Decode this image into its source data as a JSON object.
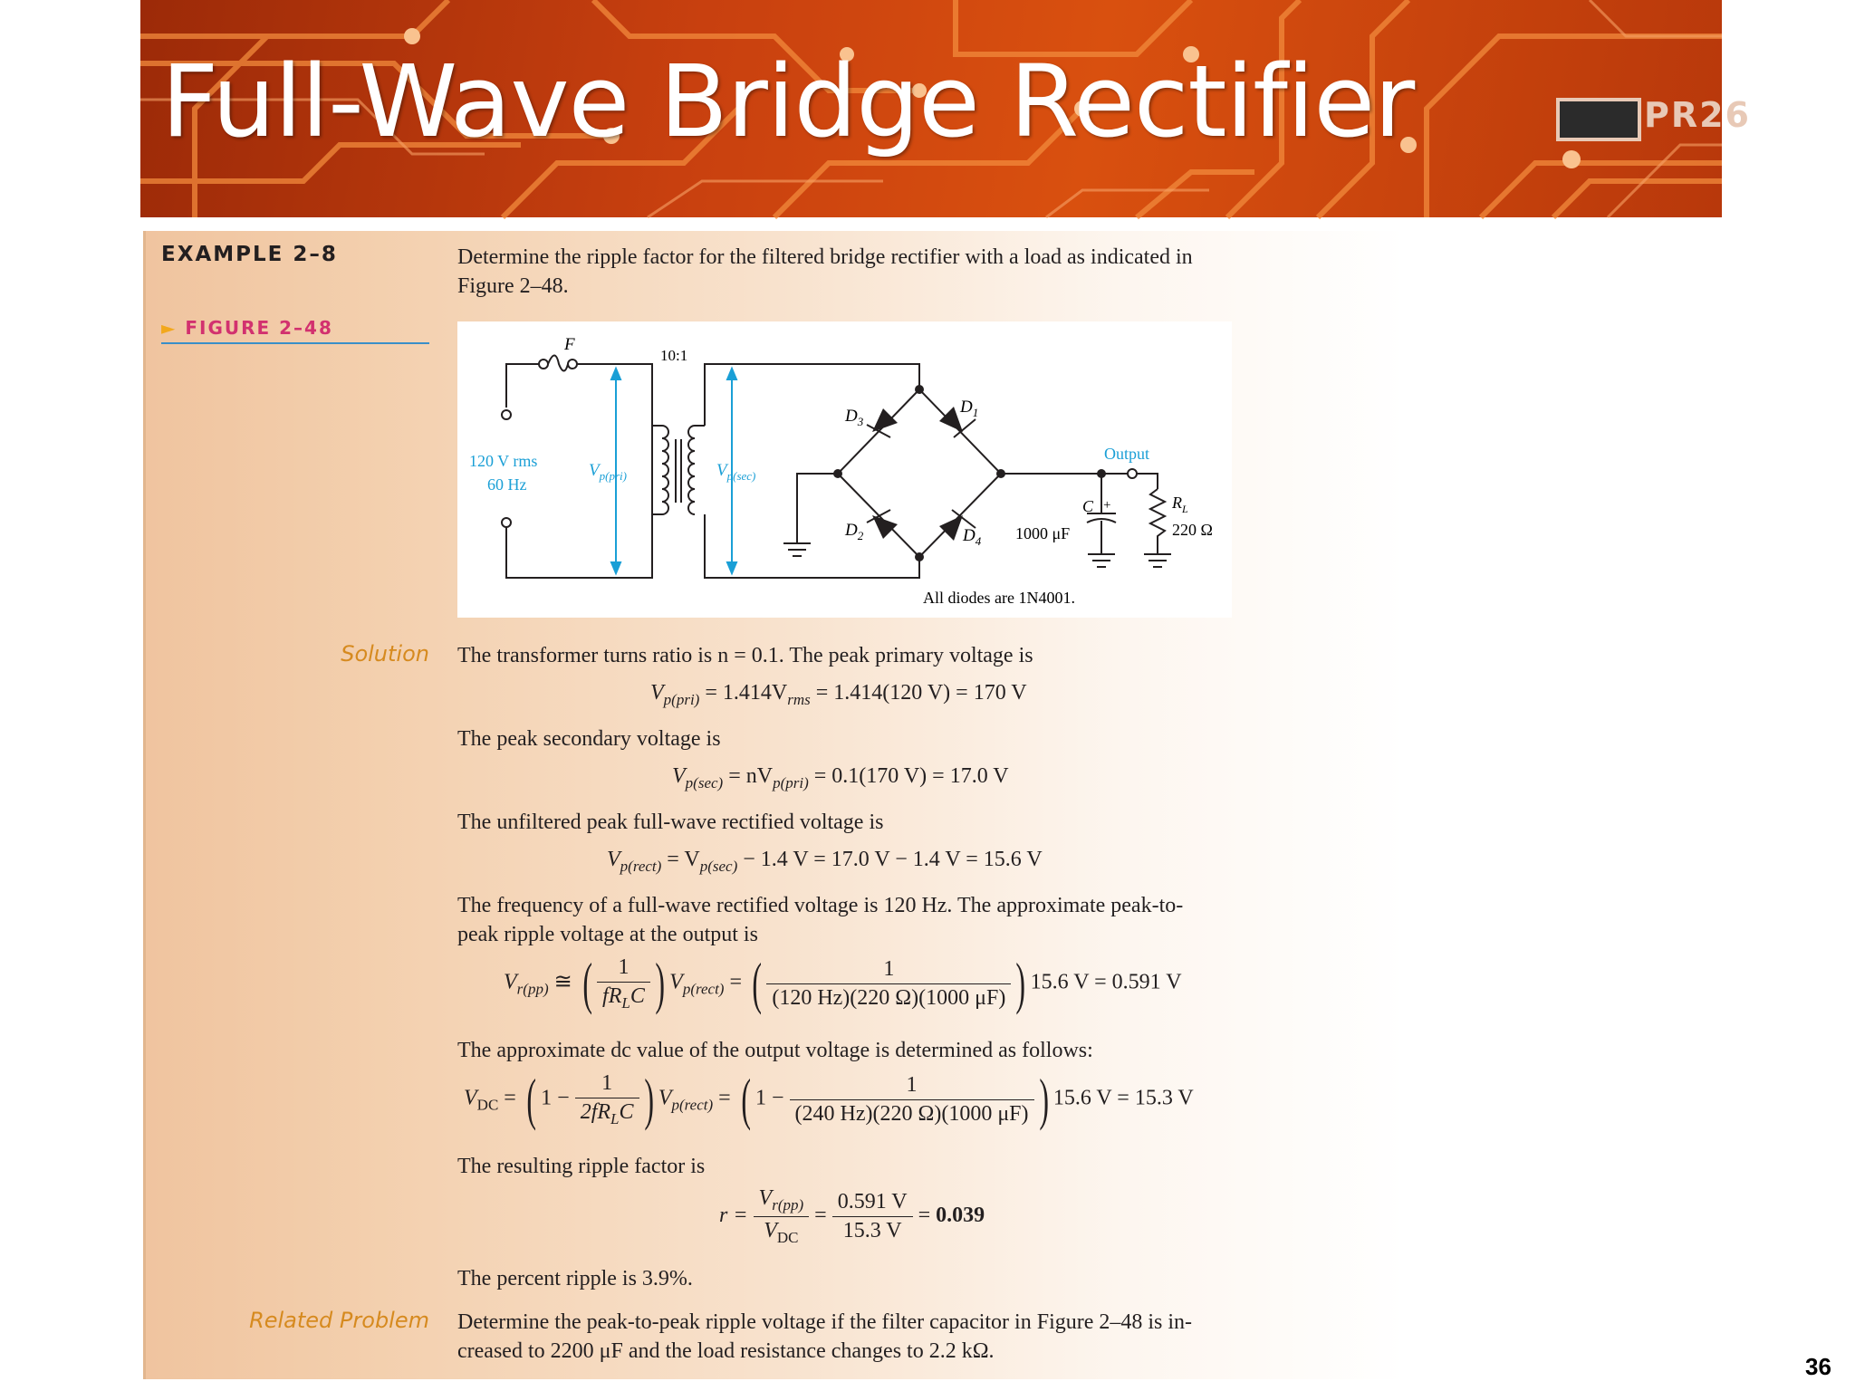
{
  "slide": {
    "title": "Full-Wave Bridge Rectifier",
    "board_label": "PR26",
    "page_number": "36"
  },
  "example": {
    "label": "EXAMPLE 2–8",
    "prompt_line1": "Determine the ripple factor for the filtered bridge rectifier with a load as indicated in",
    "prompt_line2": "Figure 2–48.",
    "figure_label": "FIGURE 2–48",
    "figure_arrow": "►"
  },
  "figure": {
    "fuse": "F",
    "ratio": "10:1",
    "source_voltage": "120 V rms",
    "source_freq": "60 Hz",
    "vp_pri_main": "V",
    "vp_pri_sub": "p(pri)",
    "vp_sec_main": "V",
    "vp_sec_sub": "p(sec)",
    "d1": "D",
    "d1_sub": "1",
    "d2": "D",
    "d2_sub": "2",
    "d3": "D",
    "d3_sub": "3",
    "d4": "D",
    "d4_sub": "4",
    "output": "Output",
    "cap_label": "C",
    "cap_value": "1000 μF",
    "cap_plus": "+",
    "load_label": "R",
    "load_sub": "L",
    "load_value": "220 Ω",
    "note": "All diodes are 1N4001."
  },
  "solution": {
    "heading": "Solution",
    "line1": "The transformer turns ratio is n = 0.1. The peak primary voltage is",
    "eq1": {
      "lhs_main": "V",
      "lhs_sub": "p(pri)",
      "mid1": " = 1.414V",
      "mid1_sub": "rms",
      "rest": " = 1.414(120 V) = 170 V"
    },
    "line2": "The peak secondary voltage is",
    "eq2": {
      "lhs_main": "V",
      "lhs_sub": "p(sec)",
      "mid": " = nV",
      "mid_sub": "p(pri)",
      "rest": " = 0.1(170 V) = 17.0 V"
    },
    "line3": "The unfiltered peak full-wave rectified voltage is",
    "eq3": {
      "lhs_main": "V",
      "lhs_sub": "p(rect)",
      "mid": " = V",
      "mid_sub": "p(sec)",
      "rest": " − 1.4 V = 17.0 V − 1.4 V = 15.6 V"
    },
    "line4a": "The frequency of a full-wave rectified voltage is 120 Hz. The approximate peak-to-",
    "line4b": "peak ripple voltage at the output is",
    "eq4": {
      "lhs_main": "V",
      "lhs_sub": "r(pp)",
      "approx": "≅",
      "frac1_num": "1",
      "frac1_den": "fR",
      "frac1_den_sub": "L",
      "frac1_den_tail": "C",
      "v_main": "V",
      "v_sub": "p(rect)",
      "eq": "=",
      "frac2_num": "1",
      "frac2_den": "(120 Hz)(220 Ω)(1000 μF)",
      "rest": "15.6 V = 0.591 V"
    },
    "line5": "The approximate dc value of the output voltage is determined as follows:",
    "eq5": {
      "lhs_main": "V",
      "lhs_sub": "DC",
      "eq": "=",
      "one": "1 −",
      "frac1_num": "1",
      "frac1_den": "2fR",
      "frac1_den_sub": "L",
      "frac1_den_tail": "C",
      "v_main": "V",
      "v_sub": "p(rect)",
      "eq2": "=",
      "one2": "1 −",
      "frac2_num": "1",
      "frac2_den": "(240 Hz)(220 Ω)(1000 μF)",
      "rest": "15.6 V = 15.3 V"
    },
    "line6": "The resulting ripple factor is",
    "eq6": {
      "lhs": "r =",
      "num_main": "V",
      "num_sub": "r(pp)",
      "den_main": "V",
      "den_sub": "DC",
      "eq": "=",
      "num2": "0.591 V",
      "den2": "15.3 V",
      "eq2": "=",
      "result": "0.039"
    },
    "line7": "The percent ripple is 3.9%."
  },
  "related": {
    "heading": "Related Problem",
    "line1": "Determine the peak-to-peak ripple voltage if the filter capacitor in Figure 2–48 is in-",
    "line2": "creased to 2200 μF and the load resistance changes to 2.2 kΩ."
  },
  "colors": {
    "accent_blue": "#1a9fd6",
    "heading_orange": "#d68a1f",
    "figure_magenta": "#d2316f",
    "banner_orange": "#d9500f"
  }
}
